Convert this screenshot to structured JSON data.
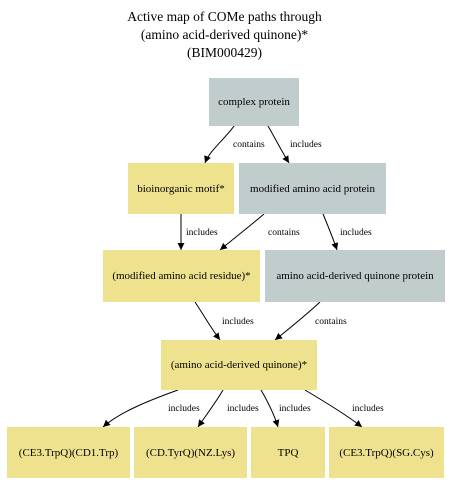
{
  "title": {
    "line1": "Active map of COMe paths through",
    "line2": "(amino acid-derived quinone)*",
    "line3": "(BIM000429)"
  },
  "colors": {
    "yellow_node": "#efe28f",
    "grey_node": "#c1cdcd",
    "edge": "#000000"
  },
  "nodes": {
    "complex_protein": "complex protein",
    "bioinorganic_motif": "bioinorganic motif*",
    "modified_amino_acid_protein": "modified amino acid protein",
    "modified_amino_acid_residue": "(modified amino acid residue)*",
    "amino_acid_derived_quinone_protein": "amino acid-derived quinone protein",
    "amino_acid_derived_quinone": "(amino acid-derived quinone)*",
    "ce3_cd1_trp": "(CE3.TrpQ)(CD1.Trp)",
    "cd_tyrq_nz_lys": "(CD.TyrQ)(NZ.Lys)",
    "tpq": "TPQ",
    "ce3_sg_cys": "(CE3.TrpQ)(SG.Cys)"
  },
  "edges": {
    "e1": "contains",
    "e2": "includes",
    "e3": "includes",
    "e4": "contains",
    "e5": "includes",
    "e6": "includes",
    "e7": "contains",
    "e8": "includes",
    "e9": "includes",
    "e10": "includes",
    "e11": "includes"
  }
}
